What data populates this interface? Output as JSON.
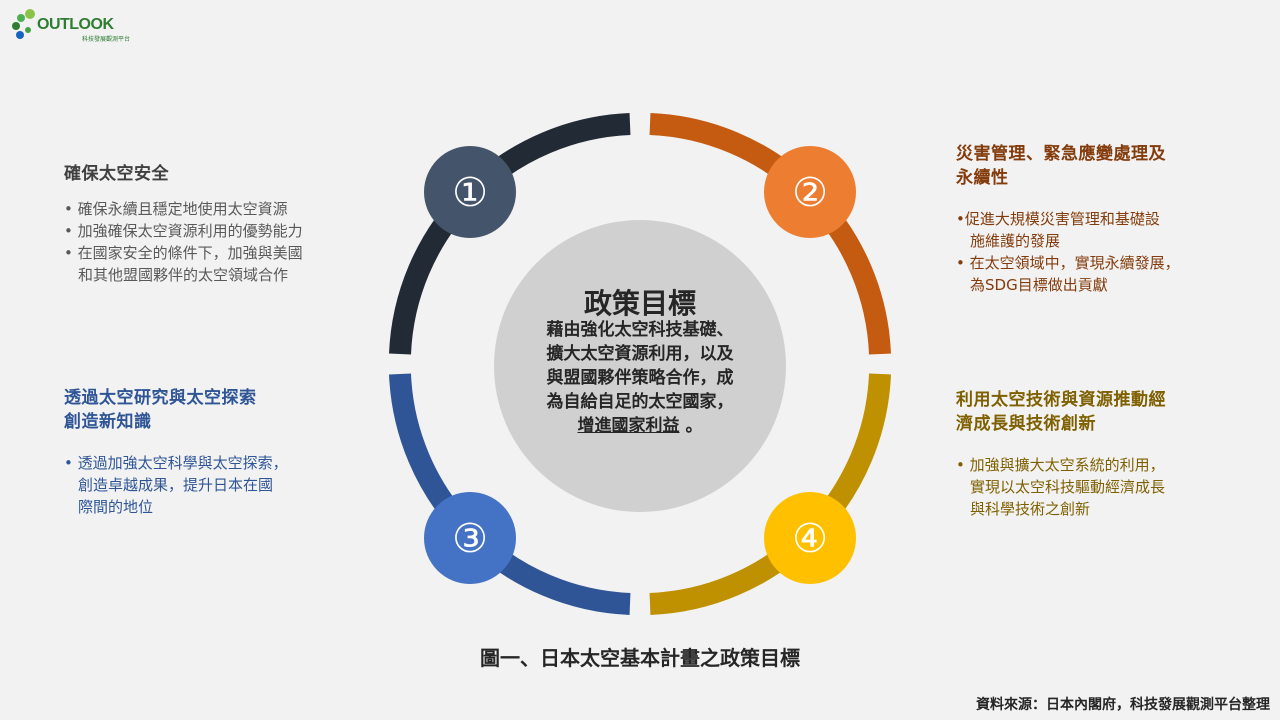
{
  "logo": {
    "text": "OUTLOOK",
    "subtitle": "科技發展觀測平台"
  },
  "colors": {
    "q1": "#222a35",
    "q1_circle": "#44546a",
    "q2": "#c55a11",
    "q2_circle": "#ed7d31",
    "q3": "#2f5597",
    "q3_circle": "#4472c4",
    "q4": "#bf9000",
    "q4_circle": "#ffc000",
    "center": "#d0d0d0"
  },
  "center": {
    "title": "政策目標",
    "lines": [
      "藉由強化太空科技基礎、",
      "擴大太空資源利用，以及",
      "與盟國夥伴策略合作，成",
      "為自給自足的太空國家，"
    ],
    "highlight": "增進國家利益",
    "end": "。"
  },
  "quadrants": [
    {
      "number": "①",
      "title": [
        "確保太空安全"
      ],
      "bullets": [
        [
          "• 確保永續且穩定地使用太空資源"
        ],
        [
          "• 加強確保太空資源利用的優勢能力"
        ],
        [
          "• 在國家安全的條件下，加強與美國",
          "和其他盟國夥伴的太空領域合作"
        ]
      ]
    },
    {
      "number": "②",
      "title": [
        "災害管理、緊急應變處理及",
        "永續性"
      ],
      "bullets": [
        [
          "•促進大規模災害管理和基礎設",
          "施維護的發展"
        ],
        [
          "• 在太空領域中，實現永續發展，",
          "為SDG目標做出貢獻"
        ]
      ]
    },
    {
      "number": "③",
      "title": [
        "透過太空研究與太空探索",
        "創造新知識"
      ],
      "bullets": [
        [
          "• 透過加強太空科學與太空探索，",
          "創造卓越成果，提升日本在國",
          "際間的地位"
        ]
      ]
    },
    {
      "number": "④",
      "title": [
        "利用太空技術與資源推動經",
        "濟成長與技術創新"
      ],
      "bullets": [
        [
          "• 加強與擴大太空系統的利用，",
          "實現以太空科技驅動經濟成長",
          "與科學技術之創新"
        ]
      ]
    }
  ],
  "caption": "圖一、日本太空基本計畫之政策目標",
  "source": "資料來源：日本內閣府，科技發展觀測平台整理"
}
